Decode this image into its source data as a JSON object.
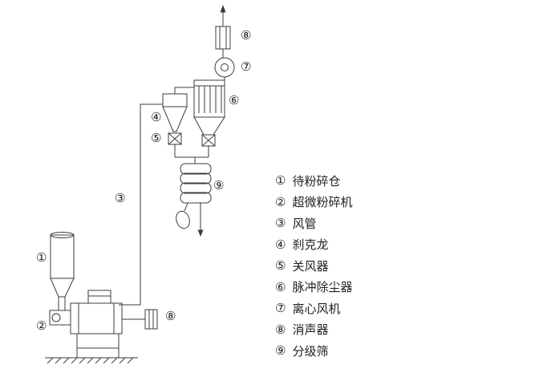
{
  "colors": {
    "background": "#ffffff",
    "line": "#3c3c3c",
    "text": "#222222"
  },
  "legend": {
    "items": [
      {
        "num": "①",
        "label": "待粉碎仓"
      },
      {
        "num": "②",
        "label": "超微粉碎机"
      },
      {
        "num": "③",
        "label": "风管"
      },
      {
        "num": "④",
        "label": "刹克龙"
      },
      {
        "num": "⑤",
        "label": "关风器"
      },
      {
        "num": "⑥",
        "label": "脉冲除尘器"
      },
      {
        "num": "⑦",
        "label": "离心风机"
      },
      {
        "num": "⑧",
        "label": "消声器"
      },
      {
        "num": "⑨",
        "label": "分级筛"
      }
    ]
  },
  "callouts": {
    "muffler_top": "⑧",
    "fan": "⑦",
    "dust_collector": "⑥",
    "cyclone": "④",
    "airlock": "⑤",
    "classifier": "⑨",
    "duct": "③",
    "hopper": "①",
    "mill": "②",
    "muffler_mill": "⑧"
  }
}
